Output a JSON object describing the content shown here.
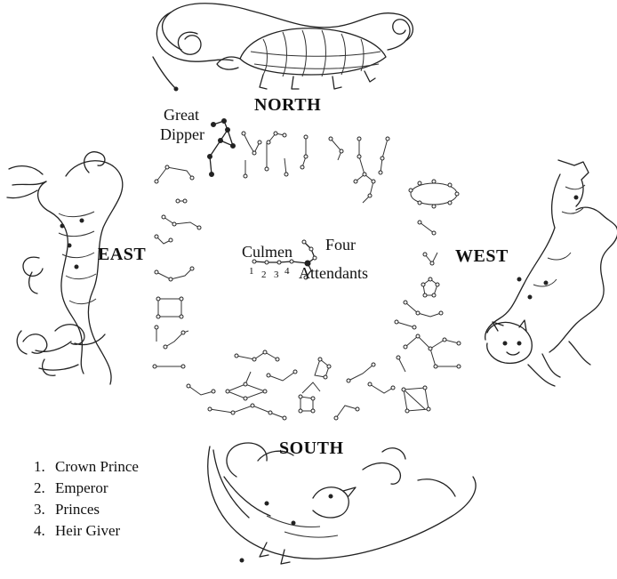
{
  "directions": {
    "north": "NORTH",
    "south": "SOUTH",
    "east": "EAST",
    "west": "WEST"
  },
  "labels": {
    "great_dipper": [
      "Great",
      "Dipper"
    ],
    "culmen": "Culmen",
    "four_attendants": [
      "Four",
      "Attendants"
    ],
    "culmen_numbers": [
      "1",
      "2",
      "3",
      "4"
    ]
  },
  "legend": [
    {
      "num": "1.",
      "text": "Crown Prince"
    },
    {
      "num": "2.",
      "text": "Emperor"
    },
    {
      "num": "3.",
      "text": "Princes"
    },
    {
      "num": "4.",
      "text": "Heir Giver"
    }
  ],
  "guardians": [
    {
      "direction": "north",
      "icon": "tortoise-snake-icon"
    },
    {
      "direction": "east",
      "icon": "dragon-icon"
    },
    {
      "direction": "west",
      "icon": "tiger-icon"
    },
    {
      "direction": "south",
      "icon": "bird-icon"
    }
  ]
}
